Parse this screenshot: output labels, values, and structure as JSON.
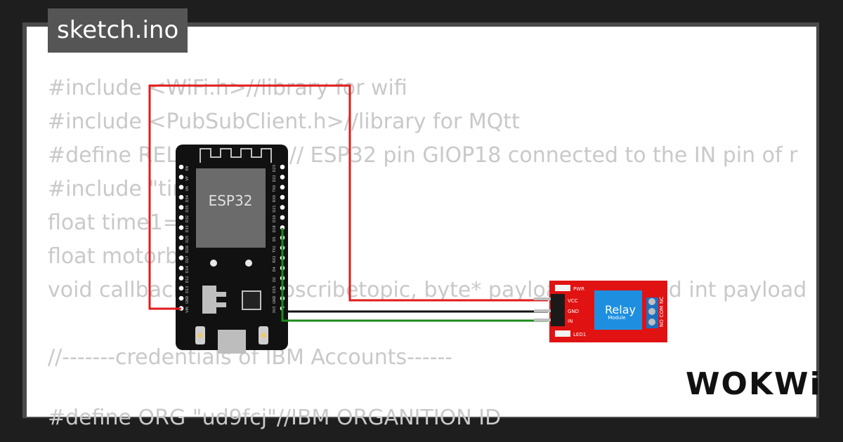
{
  "title": "sketch.ino",
  "code_lines": [
    "#include <WiFi.h>//library for wifi",
    "#include <PubSubClient.h>//library for MQtt",
    "#define RELAY_PIN 18 // ESP32 pin GIOP18 connected to the IN pin of r",
    "#include \"time.h\"",
    "float time1=0;",
    "float motorbit;",
    "void callback(char* subscribetopic, byte* payload, unsigned int payload",
    "",
    "//-------credentials of IBM Accounts------",
    "",
    "#define ORG \"ud9fcj\"//IBM ORGANITION ID"
  ],
  "esp32": {
    "label": "ESP32",
    "left_pins": [
      "EN",
      "VP",
      "VN",
      "D34",
      "D35",
      "D32",
      "D33",
      "D25",
      "D26",
      "D27",
      "D14",
      "D12",
      "D13",
      "GND",
      "VIN"
    ],
    "right_pins": [
      "D23",
      "D22",
      "TX0",
      "RX0",
      "D21",
      "D19",
      "D18",
      "D5",
      "TX2",
      "RX2",
      "D4",
      "D2",
      "D15",
      "GND",
      "3V3"
    ]
  },
  "relay": {
    "label": "Relay",
    "sublabel": "Module",
    "pins": [
      "VCC",
      "GND",
      "IN"
    ],
    "terminals": [
      "NO",
      "COM",
      "NC"
    ],
    "led_pwr": "PWR",
    "led1": "LED1"
  },
  "wires": {
    "power": "#e21b1b",
    "ground": "#111111",
    "signal": "#1b8a1b"
  },
  "logo": "WOKWi"
}
